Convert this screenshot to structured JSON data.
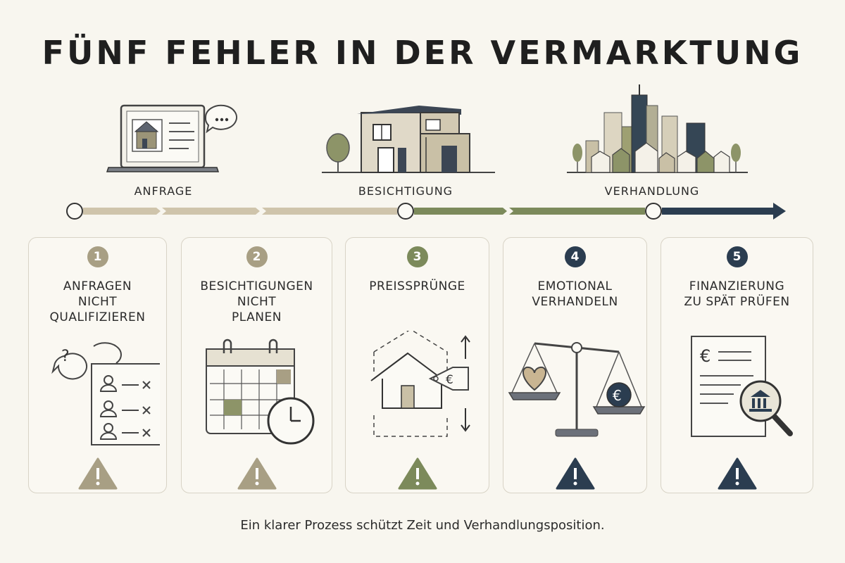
{
  "title": "FÜNF FEHLER IN DER VERMARKTUNG",
  "stages": [
    {
      "label": "ANFRAGE",
      "icon": "laptop-listing-icon"
    },
    {
      "label": "BESICHTIGUNG",
      "icon": "house-icon"
    },
    {
      "label": "VERHANDLUNG",
      "icon": "city-skyline-icon"
    }
  ],
  "cards": [
    {
      "number": "1",
      "title": "ANFRAGEN\nNICHT\nQUALIFIZIEREN",
      "icon": "contact-list-icon",
      "color": "#a89f84"
    },
    {
      "number": "2",
      "title": "BESICHTIGUNGEN\nNICHT\nPLANEN",
      "icon": "calendar-clock-icon",
      "color": "#a89f84"
    },
    {
      "number": "3",
      "title": "PREISSPRÜNGE",
      "icon": "price-tag-house-icon",
      "color": "#7c8a5b"
    },
    {
      "number": "4",
      "title": "EMOTIONAL\nVERHANDELN",
      "icon": "balance-scale-icon",
      "color": "#2b3d50"
    },
    {
      "number": "5",
      "title": "FINANZIERUNG\nZU SPÄT PRÜFEN",
      "icon": "finance-document-icon",
      "color": "#2b3d50"
    }
  ],
  "footer": "Ein klarer Prozess schützt Zeit und Verhandlungsposition.",
  "colors": {
    "sand": "#a89f84",
    "olive": "#7c8a5b",
    "navy": "#2b3d50",
    "background": "#f8f6ef"
  }
}
